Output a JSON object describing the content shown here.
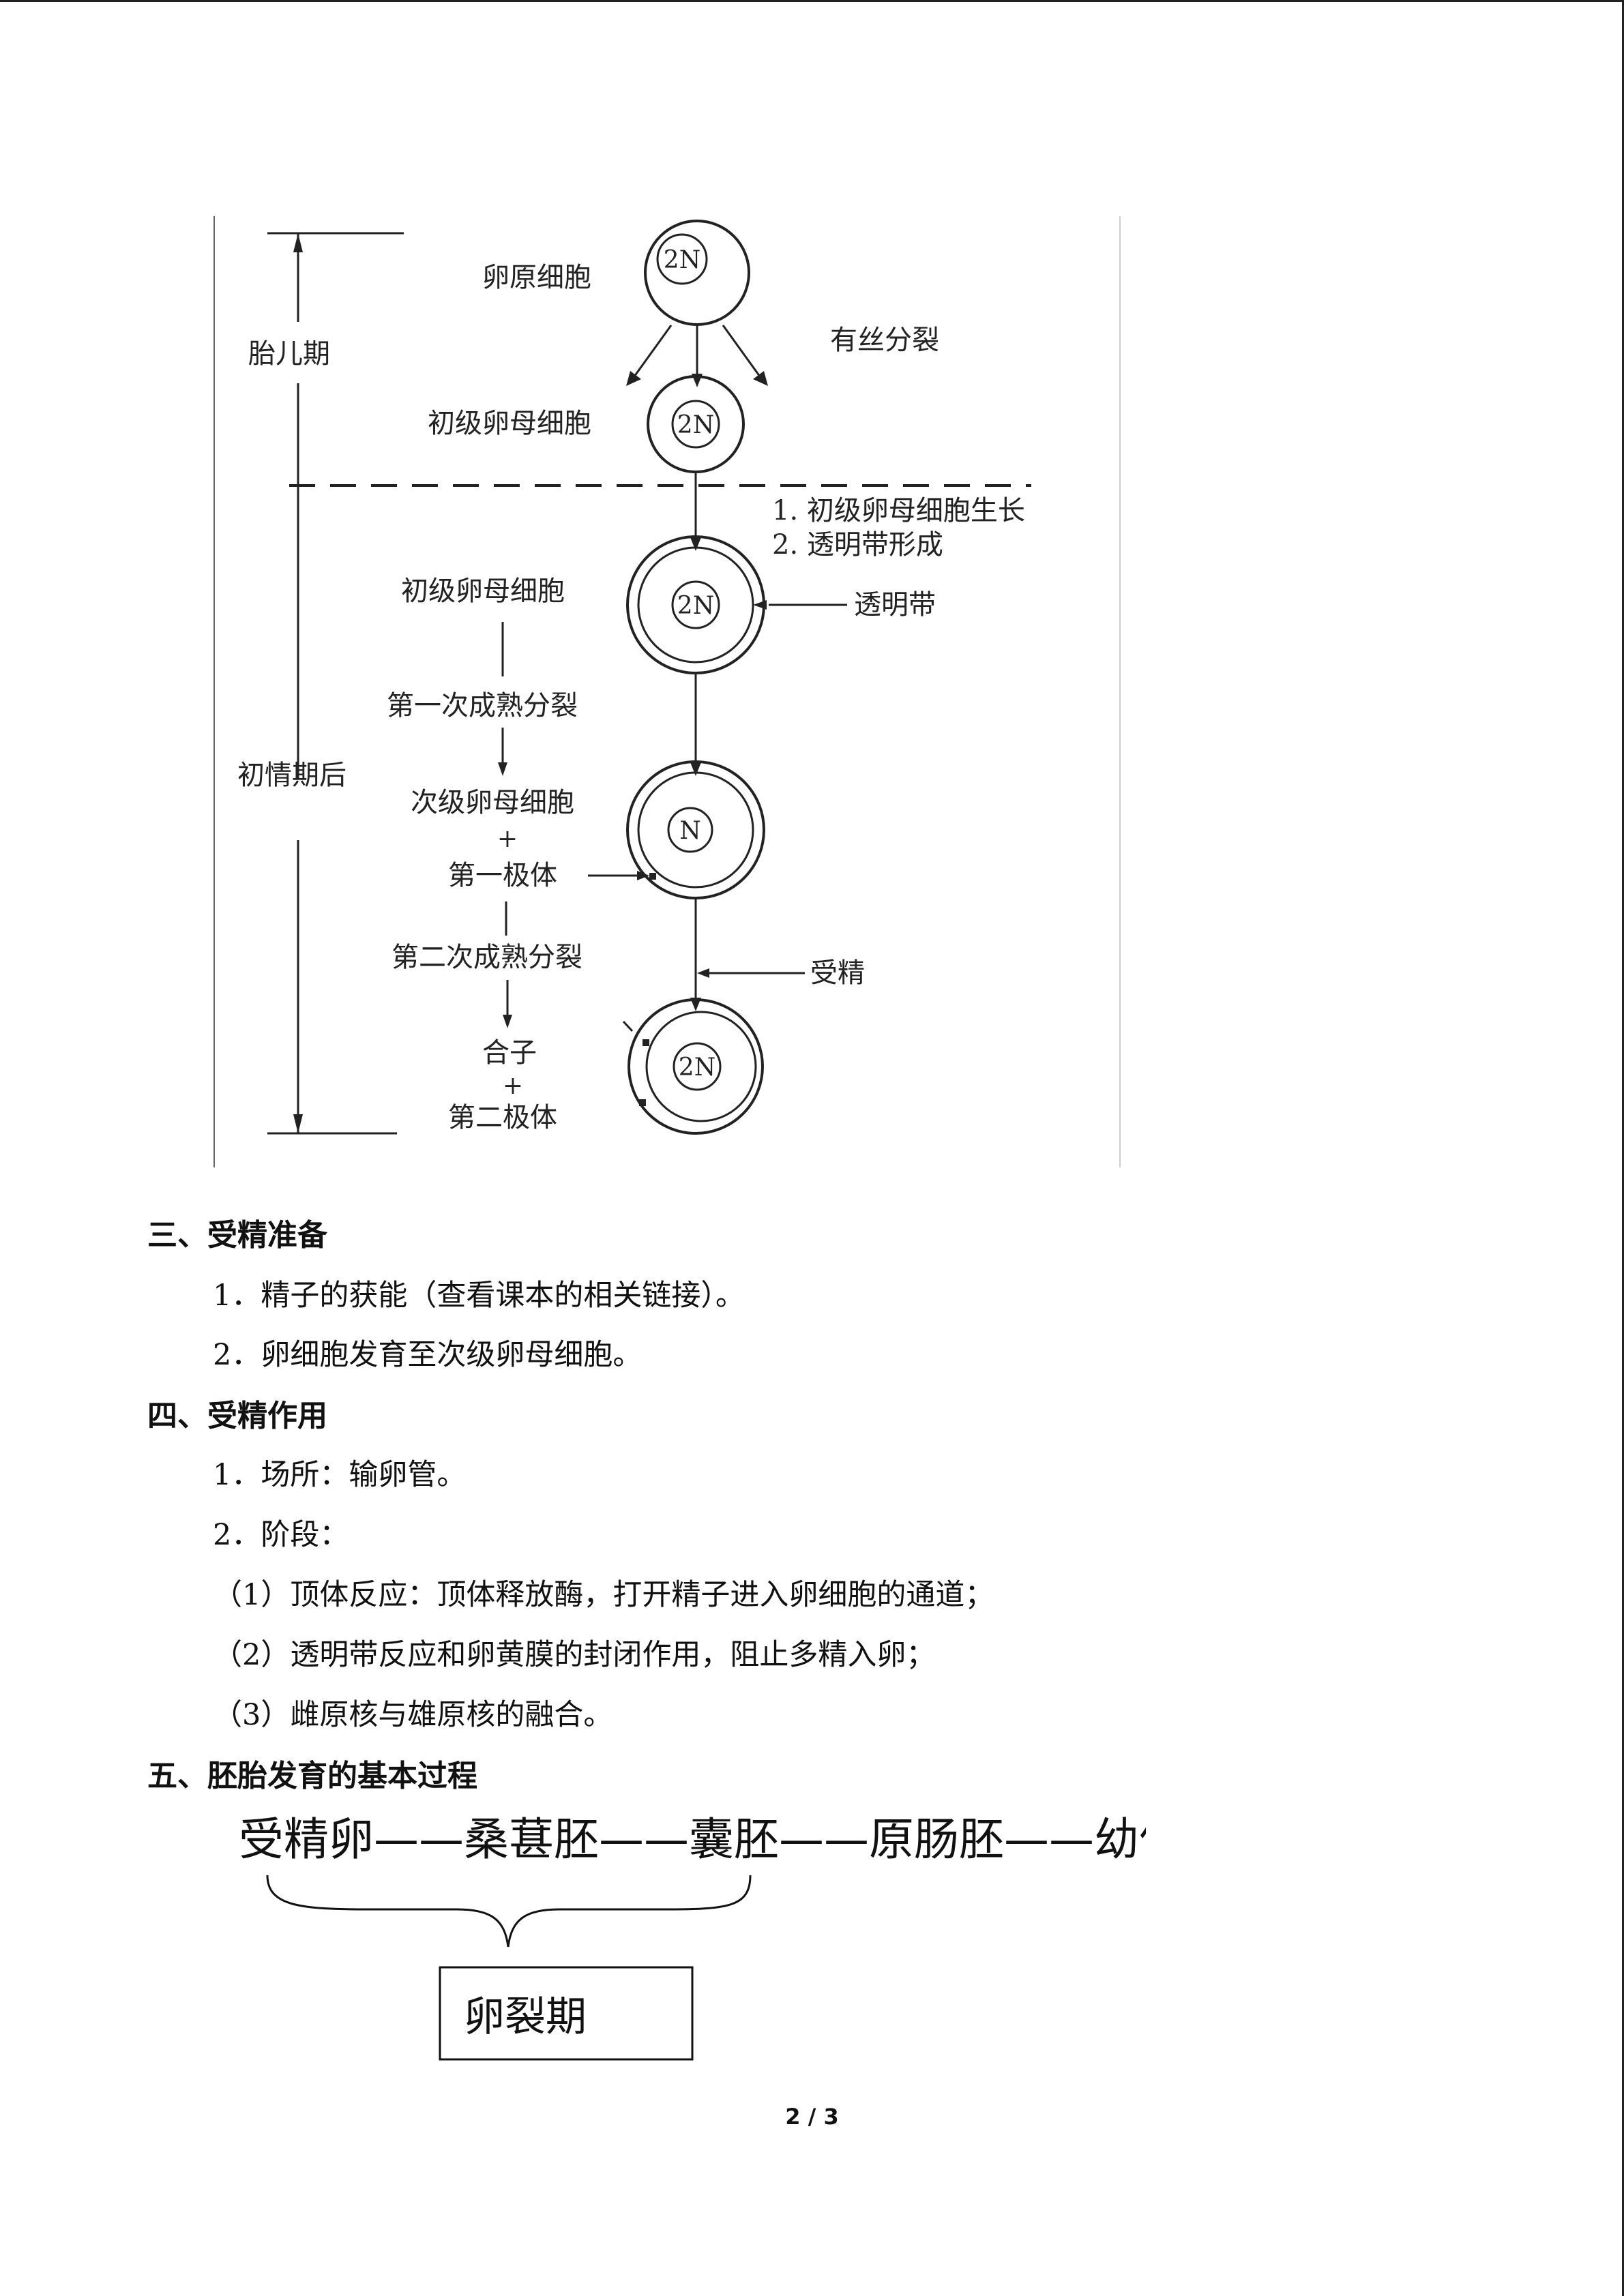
{
  "figure": {
    "fetal_period": "胎儿期",
    "post_puberty": "初情期后",
    "oogonium": "卵原细胞",
    "mitosis": "有丝分裂",
    "primary_oocyte_1": "初级卵母细胞",
    "growth_note_1": "1. 初级卵母细胞生长",
    "growth_note_2": "2. 透明带形成",
    "primary_oocyte_2": "初级卵母细胞",
    "zona_pellucida": "透明带",
    "first_meiosis": "第一次成熟分裂",
    "secondary_oocyte": "次级卵母细胞",
    "plus_1": "+",
    "first_polar_body": "第一极体",
    "second_meiosis": "第二次成熟分裂",
    "fertilization": "受精",
    "zygote": "合子",
    "plus_2": "+",
    "second_polar_body": "第二极体",
    "cell_2n_a": "2N",
    "cell_2n_b": "2N",
    "cell_2n_c": "2N",
    "cell_n": "N",
    "cell_2n_d": "2N"
  },
  "sections": {
    "s3_title": "三、受精准备",
    "s3_item1": "1．精子的获能（查看课本的相关链接）。",
    "s3_item2": "2．卵细胞发育至次级卵母细胞。",
    "s4_title": "四、受精作用",
    "s4_item1": "1．场所：输卵管。",
    "s4_item2": "2．阶段：",
    "s4_sub1": "（1）顶体反应：顶体释放酶，打开精子进入卵细胞的通道；",
    "s4_sub2": "（2）透明带反应和卵黄膜的封闭作用，阻止多精入卵；",
    "s4_sub3": "（3）雌原核与雄原核的融合。",
    "s5_title": "五、胚胎发育的基本过程"
  },
  "flow": {
    "chain": "受精卵——桑葚胚——囊胚——原肠胚——幼体",
    "box_label": "卵裂期"
  },
  "footer": {
    "page": "2 / 3"
  }
}
